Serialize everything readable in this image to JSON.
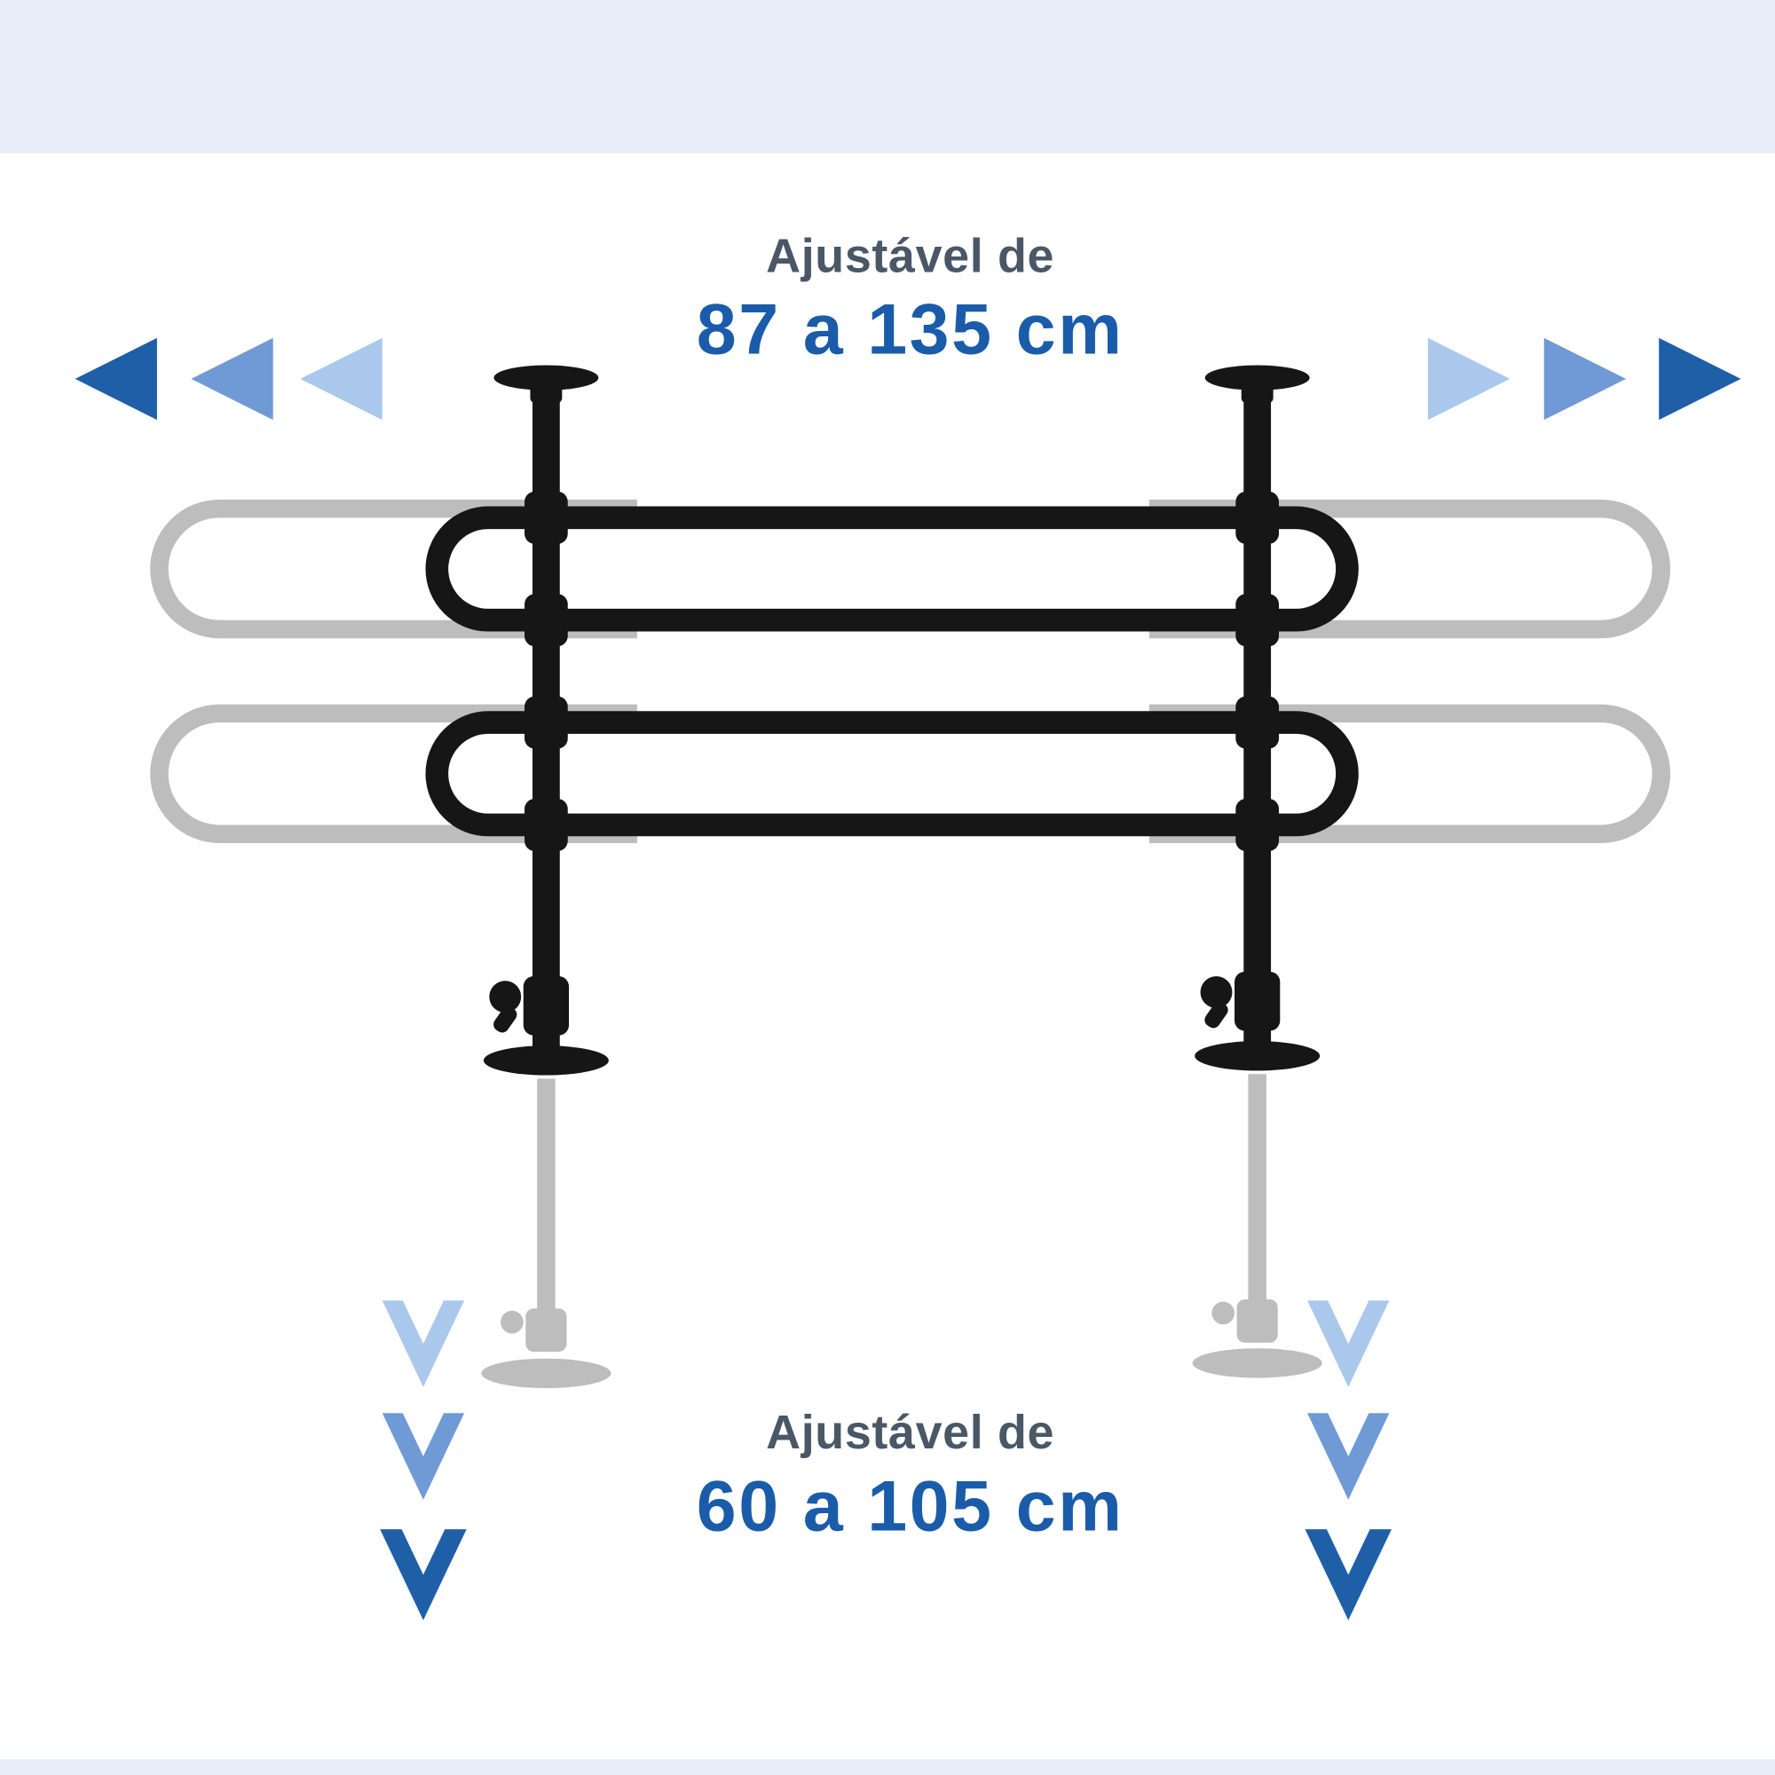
{
  "labels": {
    "width_adjust": {
      "line1": "Ajustável de",
      "line2": "87 a 135 cm"
    },
    "height_adjust": {
      "line1": "Ajustável de",
      "line2": "60 a 105 cm"
    }
  },
  "icons": {
    "width_arrow_left": "triangle-left",
    "width_arrow_right": "triangle-right",
    "height_arrow_down": "chevron-down"
  },
  "colors": {
    "band": "#e8eef9",
    "background": "#ffffff",
    "text_gray": "#4a5766",
    "text_blue": "#1a5ca9",
    "arrow_dark": "#1f5fa8",
    "arrow_medium": "#6f9ad6",
    "arrow_light": "#aac8ec",
    "barrier_black": "#161616",
    "ghost_gray": "#bdbdbd"
  }
}
